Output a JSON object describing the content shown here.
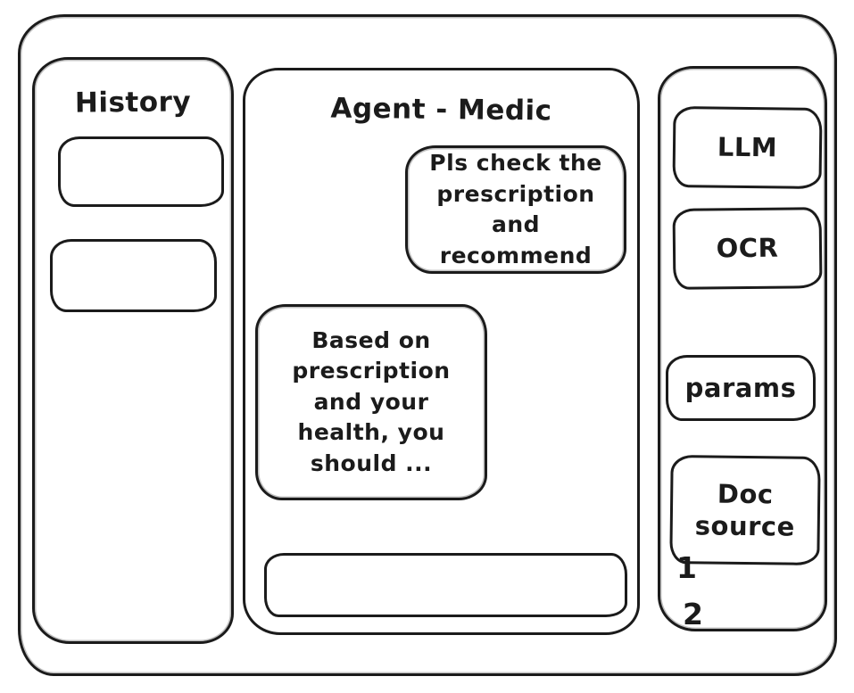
{
  "window": {
    "background": "#ffffff",
    "stroke_color": "#1b1b1b"
  },
  "history_panel": {
    "title": "History"
  },
  "chat_panel": {
    "title": "Agent - Medic",
    "messages": [
      {
        "role": "user",
        "text": "Pls check the prescription and recommend"
      },
      {
        "role": "agent",
        "text": "Based on prescription and your health, you should ..."
      }
    ],
    "input_value": ""
  },
  "tools_panel": {
    "llm_label": "LLM",
    "ocr_label": "OCR",
    "params_label": "params",
    "doc_source_label": "Doc source",
    "doc_source_items": {
      "0": "1",
      "1": "2"
    }
  }
}
